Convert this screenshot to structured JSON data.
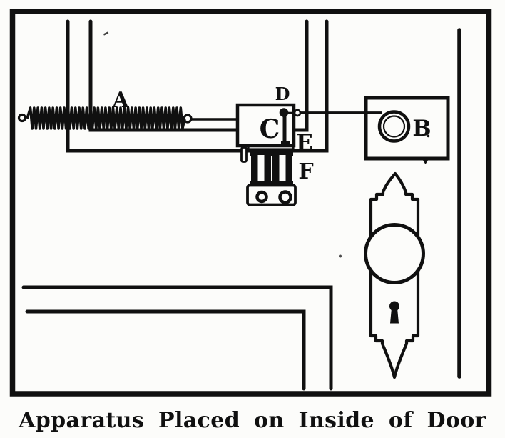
{
  "figure": {
    "caption": "Apparatus Placed on Inside of Door",
    "labels": {
      "spring": "A",
      "bell": "B",
      "hinge_box": "C",
      "pivot": "D",
      "contact": "E",
      "magnet": "F"
    },
    "colors": {
      "ink": "#101010",
      "paper": "#fcfcfa"
    }
  }
}
